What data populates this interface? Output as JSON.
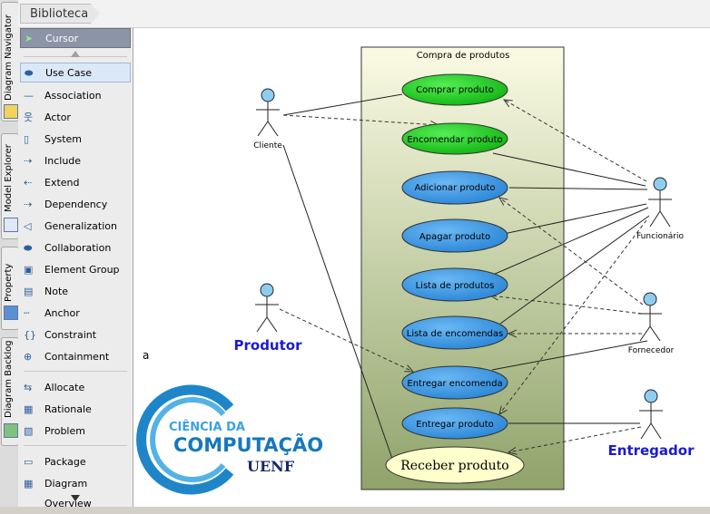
{
  "breadcrumb": "Biblioteca",
  "side_tabs": [
    "Diagram Navigator",
    "Model Explorer",
    "Property",
    "Diagram Backlog"
  ],
  "palette": {
    "items": [
      {
        "label": "Cursor",
        "icon": "cursor-icon"
      },
      {
        "label": "Use Case",
        "icon": "use-case-icon"
      },
      {
        "label": "Association",
        "icon": "association-icon"
      },
      {
        "label": "Actor",
        "icon": "actor-icon"
      },
      {
        "label": "System",
        "icon": "system-icon"
      },
      {
        "label": "Include",
        "icon": "include-icon"
      },
      {
        "label": "Extend",
        "icon": "extend-icon"
      },
      {
        "label": "Dependency",
        "icon": "dependency-icon"
      },
      {
        "label": "Generalization",
        "icon": "generalization-icon"
      },
      {
        "label": "Collaboration",
        "icon": "collaboration-icon"
      },
      {
        "label": "Element Group",
        "icon": "element-group-icon"
      },
      {
        "label": "Note",
        "icon": "note-icon"
      },
      {
        "label": "Anchor",
        "icon": "anchor-icon"
      },
      {
        "label": "Constraint",
        "icon": "constraint-icon"
      },
      {
        "label": "Containment",
        "icon": "containment-icon"
      },
      {
        "label": "Allocate",
        "icon": "allocate-icon"
      },
      {
        "label": "Rationale",
        "icon": "rationale-icon"
      },
      {
        "label": "Problem",
        "icon": "problem-icon"
      },
      {
        "label": "Package",
        "icon": "package-icon"
      },
      {
        "label": "Diagram Overview",
        "icon": "diagram-overview-icon"
      }
    ]
  },
  "diagram": {
    "system_title": "Compra de produtos",
    "use_cases": [
      "Comprar produto",
      "Encomendar produto",
      "Adicionar produto",
      "Apagar produto",
      "Lista de produtos",
      "Lista de encomendas",
      "Entregar encomenda",
      "Entregar produto",
      "Receber produto"
    ],
    "actors": {
      "cliente": "Cliente",
      "funcionario": "Funcionário",
      "fornecedor": "Fornecedor",
      "produtor": "Produtor",
      "entregador": "Entregador"
    },
    "stray_label": "a",
    "logo": {
      "line1": "CIÊNCIA DA",
      "line2": "COMPUTAÇÃO",
      "line3": "UENF"
    },
    "colors": {
      "green": "#22cc22",
      "blue": "#3d9be9",
      "yellow": "#ffffcc",
      "actor": "#8ecdf0",
      "title_blue": "#1a1ad0"
    }
  }
}
